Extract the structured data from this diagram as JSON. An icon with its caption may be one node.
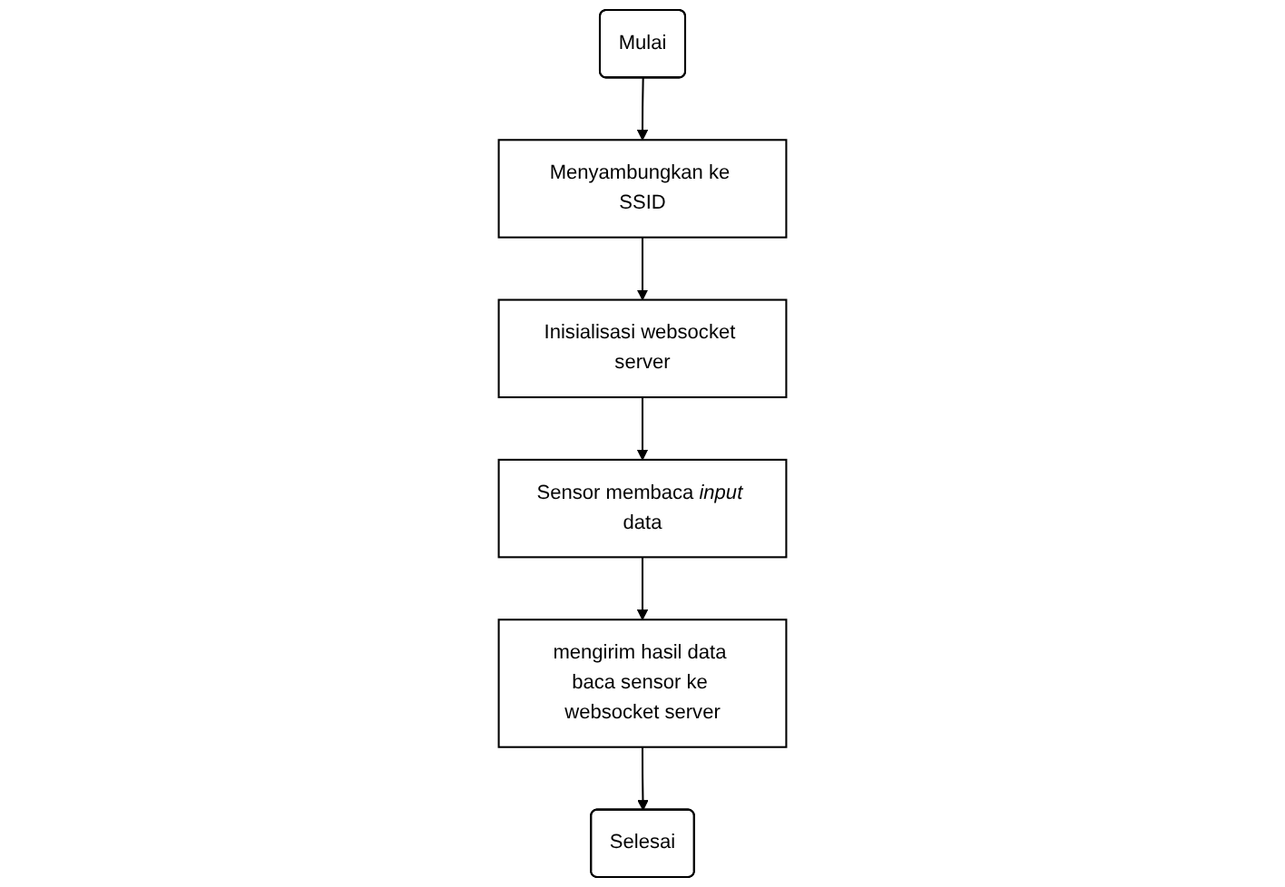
{
  "diagram": {
    "nodes": [
      {
        "text": [
          "Mulai"
        ]
      },
      {
        "text": [
          "Menyambungkan ke SSID"
        ]
      },
      {
        "text": [
          "Inisialisasi websocket server"
        ]
      },
      {
        "text": [
          "Sensor membaca *input* data"
        ]
      },
      {
        "text": [
          "mengirim hasil data baca sensor ke websocket server"
        ]
      },
      {
        "text": [
          "Selesai"
        ]
      }
    ],
    "edges": [
      {
        "from": 0,
        "to": 1,
        "arrow": "to"
      },
      {
        "from": 1,
        "to": 2,
        "arrow": "to"
      },
      {
        "from": 2,
        "to": 3,
        "arrow": "to"
      },
      {
        "from": 3,
        "to": 4,
        "arrow": "to"
      },
      {
        "from": 4,
        "to": 5,
        "arrow": "to"
      }
    ]
  }
}
